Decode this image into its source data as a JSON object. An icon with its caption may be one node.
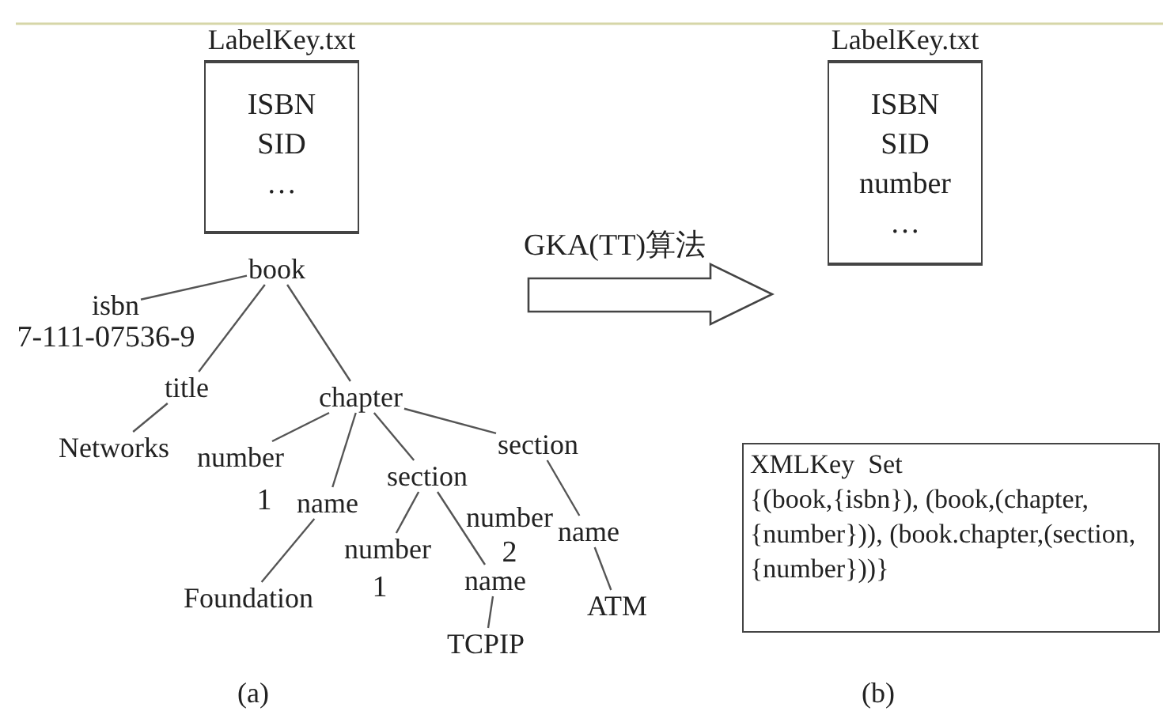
{
  "diagram": {
    "nodes": [
      {
        "text": [
          "LabelKey.txt",
          "ISBN SID …"
        ]
      },
      {
        "text": [
          "book"
        ]
      },
      {
        "text": [
          "isbn"
        ],
        "beside": [
          "7-111-07536-9"
        ]
      },
      {
        "text": [
          "title"
        ]
      },
      {
        "text": [
          "Networks"
        ]
      },
      {
        "text": [
          "chapter"
        ]
      },
      {
        "text": [
          "number"
        ],
        "beside": [
          "1"
        ]
      },
      {
        "text": [
          "name"
        ]
      },
      {
        "text": [
          "Foundation"
        ]
      },
      {
        "text": [
          "section"
        ]
      },
      {
        "text": [
          "number"
        ],
        "beside": [
          "1"
        ]
      },
      {
        "text": [
          "name"
        ]
      },
      {
        "text": [
          "TCPIP"
        ]
      },
      {
        "text": [
          "section"
        ]
      },
      {
        "text": [
          "number"
        ],
        "beside": [
          "2"
        ]
      },
      {
        "text": [
          "name"
        ]
      },
      {
        "text": [
          "ATM"
        ]
      },
      {
        "text": [
          "GKA(TT)算法"
        ]
      },
      {
        "text": [
          "LabelKey.txt",
          "ISBN SID number …"
        ]
      },
      {
        "text": [
          "XMLKey  Set",
          "{(book,{isbn}), (book,(chapter,{number})), (book.chapter,(section, {number}))}"
        ]
      }
    ],
    "edges": [
      {
        "from": 1,
        "to": 2,
        "arrow": "none"
      },
      {
        "from": 1,
        "to": 3,
        "arrow": "none"
      },
      {
        "from": 1,
        "to": 5,
        "arrow": "none"
      },
      {
        "from": 3,
        "to": 4,
        "arrow": "none"
      },
      {
        "from": 5,
        "to": 6,
        "arrow": "none"
      },
      {
        "from": 5,
        "to": 7,
        "arrow": "none"
      },
      {
        "from": 5,
        "to": 9,
        "arrow": "none"
      },
      {
        "from": 5,
        "to": 13,
        "arrow": "none"
      },
      {
        "from": 7,
        "to": 8,
        "arrow": "none"
      },
      {
        "from": 9,
        "to": 10,
        "arrow": "none"
      },
      {
        "from": 9,
        "to": 11,
        "arrow": "none"
      },
      {
        "from": 11,
        "to": 12,
        "arrow": "none"
      },
      {
        "from": 13,
        "to": 15,
        "arrow": "none"
      },
      {
        "from": 15,
        "to": 16,
        "arrow": "none"
      }
    ],
    "labels": [
      "(a)",
      "(b)"
    ]
  }
}
